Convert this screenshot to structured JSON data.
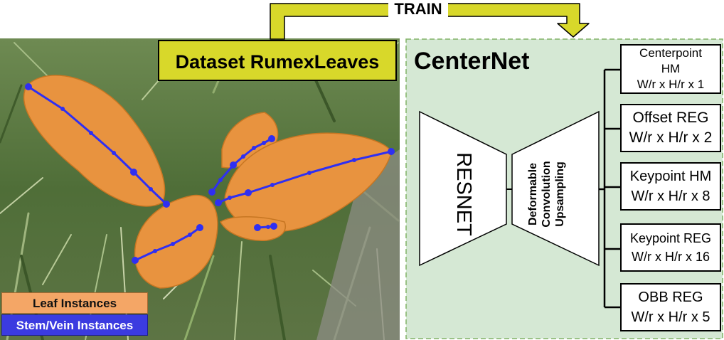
{
  "train_label": "TRAIN",
  "dataset_title": "Dataset RumexLeaves",
  "centernet_title": "CenterNet",
  "encoder_label": "RESNET",
  "decoder_lines": [
    "Deformable",
    "Convolution",
    "Upsampling"
  ],
  "legend": {
    "leaf": "Leaf Instances",
    "stem": "Stem/Vein Instances"
  },
  "heads": [
    {
      "line1": "Centerpoint",
      "line2": "HM",
      "line3": "W/r x H/r x 1"
    },
    {
      "line1": "Offset REG",
      "line2": "W/r x H/r x 2"
    },
    {
      "line1": "Keypoint HM",
      "line2": "W/r x H/r x 8"
    },
    {
      "line1": "Keypoint REG",
      "line2": "W/r x H/r x 16"
    },
    {
      "line1": "OBB REG",
      "line2": "W/r x H/r x 5"
    }
  ],
  "colors": {
    "dataset_box": "#d8d82a",
    "centernet_bg": "#d5e8d4",
    "centernet_border": "#82b366",
    "leaf": "#f4a666",
    "stem": "#3b3be0"
  }
}
